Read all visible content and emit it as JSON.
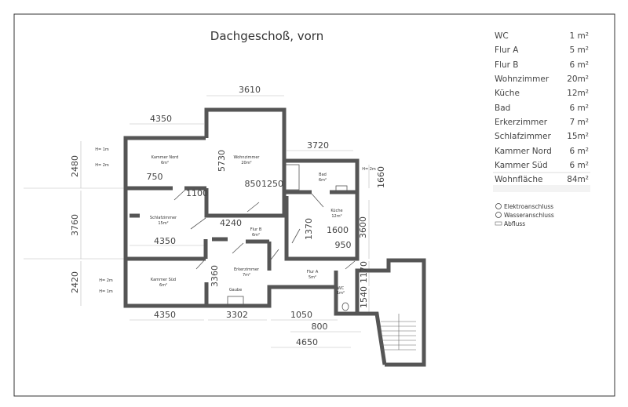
{
  "title": "Dachgeschoß, vorn",
  "areas": [
    {
      "room": "WC",
      "area": "1 m²"
    },
    {
      "room": "Flur A",
      "area": "5 m²"
    },
    {
      "room": "Flur B",
      "area": "6 m²"
    },
    {
      "room": "Wohnzimmer",
      "area": "20m²"
    },
    {
      "room": "Küche",
      "area": "12m²"
    },
    {
      "room": "Bad",
      "area": "6 m²"
    },
    {
      "room": "Erkerzimmer",
      "area": "7 m²"
    },
    {
      "room": "Schlafzimmer",
      "area": "15m²"
    },
    {
      "room": "Kammer Nord",
      "area": "6 m²"
    },
    {
      "room": "Kammer Süd",
      "area": "6 m²"
    }
  ],
  "total": {
    "label": "Wohnfläche",
    "value": "84m²"
  },
  "legend": [
    {
      "icon": "electrical-outlet-icon",
      "label": "Elektroanschluss"
    },
    {
      "icon": "water-connection-icon",
      "label": "Wasseranschluss"
    },
    {
      "icon": "drain-icon",
      "label": "Abfluss"
    }
  ],
  "rooms": {
    "kammer_nord": {
      "name": "Kammer Nord",
      "area": "6m²"
    },
    "wohnzimmer": {
      "name": "Wohnzimmer",
      "area": "20m²"
    },
    "bad": {
      "name": "Bad",
      "area": "6m²"
    },
    "kueche": {
      "name": "Küche",
      "area": "12m²"
    },
    "schlafzimmer": {
      "name": "Schlafzimmer",
      "area": "15m²"
    },
    "flur_b": {
      "name": "Flur B",
      "area": "6m²"
    },
    "erkerzimmer": {
      "name": "Erkerzimmer",
      "area": "7m²"
    },
    "flur_a": {
      "name": "Flur A",
      "area": "5m²"
    },
    "kammer_sued": {
      "name": "Kammer Süd",
      "area": "6m²"
    },
    "wc": {
      "name": "WC",
      "area": "1m²"
    },
    "gaube": "Gaube"
  },
  "heights": {
    "h1": "H= 1m",
    "h2": "H= 2m",
    "h3": "H= 2m",
    "h4": "H= 2m",
    "h5": "H= 1m"
  },
  "dims": {
    "d3610": "3610",
    "d4350a": "4350",
    "d3720": "3720",
    "d2480": "2480",
    "d5730": "5730",
    "d750": "750",
    "d1100": "1100",
    "d850": "850",
    "d1250": "1250",
    "d1660": "1660",
    "d3760": "3760",
    "d4240": "4240",
    "d1370": "1370",
    "d1600": "1600",
    "d3600": "3600",
    "d4350b": "4350",
    "d950": "950",
    "d2420": "2420",
    "d3360": "3360",
    "d1170": "1170",
    "d1540": "1540",
    "d4350c": "4350",
    "d3302": "3302",
    "d1050": "1050",
    "d800": "800",
    "d4650": "4650"
  }
}
